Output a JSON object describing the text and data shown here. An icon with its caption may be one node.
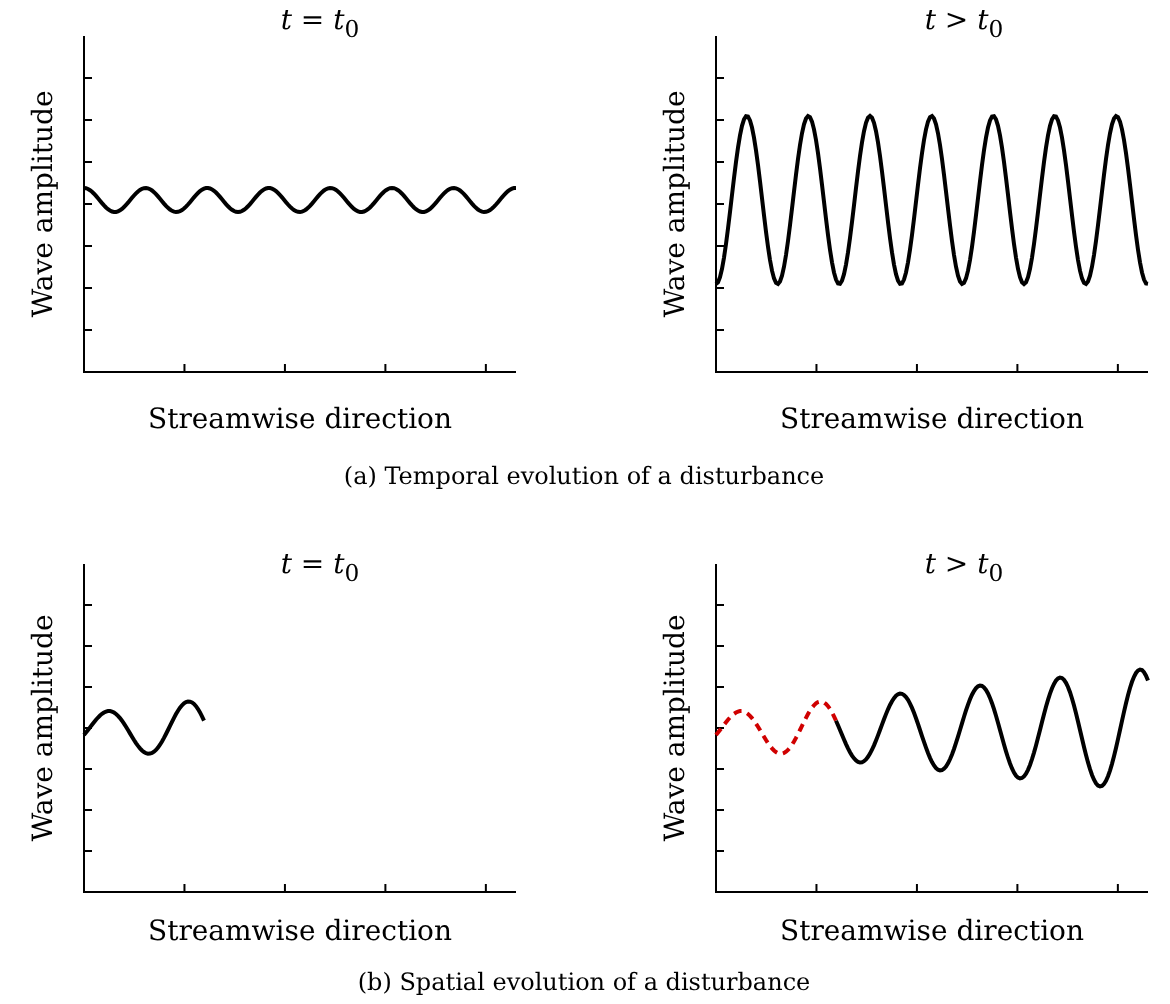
{
  "diagram": {
    "labels": [
      "*t* = *t*$_{0}$",
      "*t* > *t*$_{0}$",
      "Wave amplitude",
      "Wave amplitude",
      "Streamwise direction",
      "Streamwise direction",
      "(a) Temporal evolution of a disturbance",
      "*t* = *t*$_{0}$",
      "*t* > *t*$_{0}$",
      "Wave amplitude",
      "Wave amplitude",
      "Streamwise direction",
      "Streamwise direction",
      "(b) Spatial evolution of a disturbance"
    ]
  }
}
